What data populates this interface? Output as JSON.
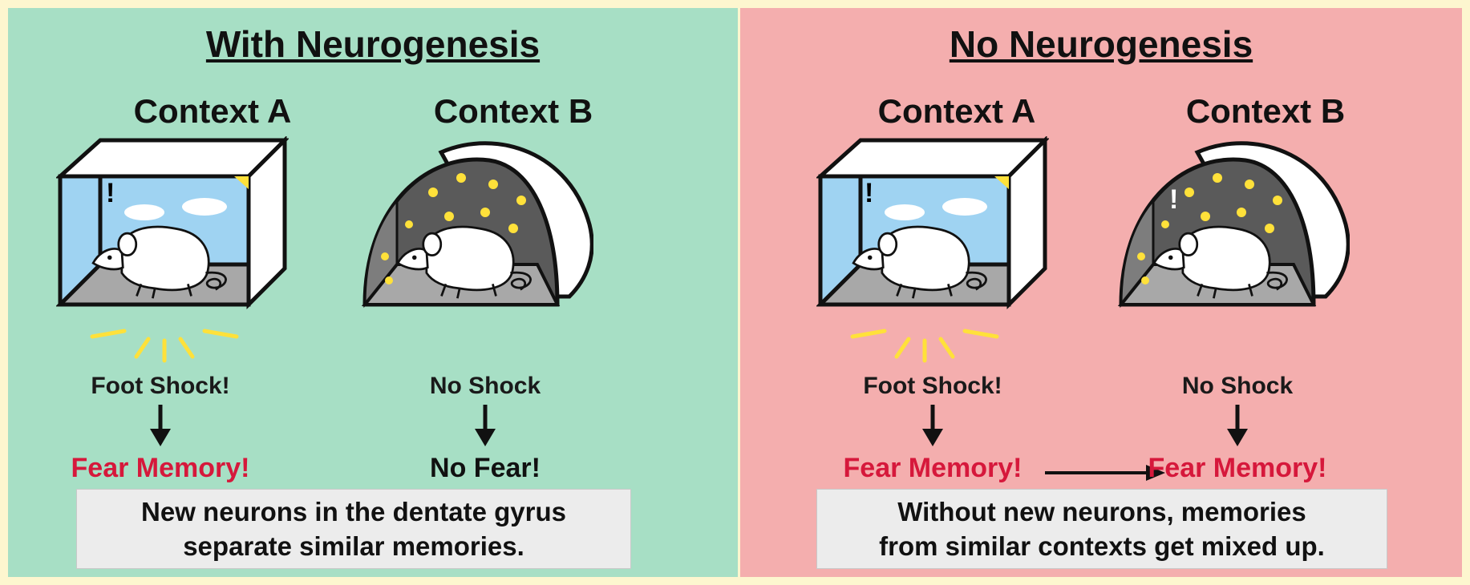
{
  "left_panel": {
    "title": "With Neurogenesis",
    "context_a": {
      "label": "Context A",
      "stimulus": "Foot Shock!",
      "outcome": "Fear Memory!"
    },
    "context_b": {
      "label": "Context B",
      "stimulus": "No Shock",
      "outcome": "No Fear!"
    },
    "note_lines": [
      "New neurons in the dentate gyrus",
      "separate similar memories."
    ]
  },
  "right_panel": {
    "title": "No Neurogenesis",
    "context_a": {
      "label": "Context A",
      "stimulus": "Foot Shock!",
      "outcome": "Fear Memory!"
    },
    "context_b": {
      "label": "Context B",
      "stimulus": "No Shock",
      "outcome": "Fear Memory!"
    },
    "note_lines": [
      "Without new neurons, memories",
      "from similar contexts get mixed up."
    ]
  },
  "colors": {
    "left_background": "#a7dfc5",
    "right_background": "#f4aeae",
    "outer_background": "#fdf6cf",
    "fear_text": "#d6183b",
    "sky": "#9fd3f2",
    "dome_interior": "#5a5a5a",
    "stars": "#ffe13a"
  },
  "icons": [
    "box-chamber-icon",
    "dome-chamber-icon",
    "mouse-icon",
    "shock-spark-icon",
    "exclamation-icon",
    "down-arrow-icon",
    "right-arrow-icon"
  ]
}
